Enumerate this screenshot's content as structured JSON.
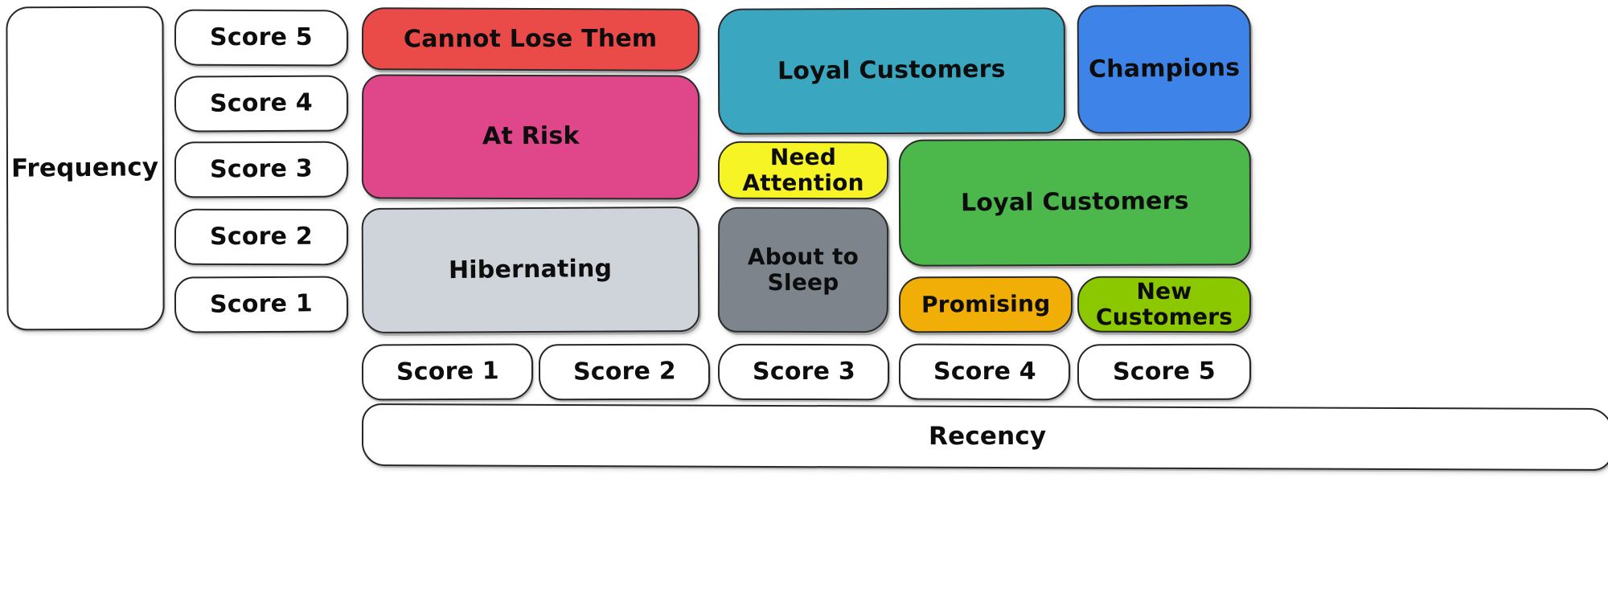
{
  "axes": {
    "frequency": {
      "label": "Frequency"
    },
    "recency": {
      "label": "Recency"
    }
  },
  "frequency_scores": [
    {
      "label": "Score 5"
    },
    {
      "label": "Score 4"
    },
    {
      "label": "Score 3"
    },
    {
      "label": "Score 2"
    },
    {
      "label": "Score 1"
    }
  ],
  "recency_scores": [
    {
      "label": "Score 1"
    },
    {
      "label": "Score 2"
    },
    {
      "label": "Score 3"
    },
    {
      "label": "Score 4"
    },
    {
      "label": "Score 5"
    }
  ],
  "segments": [
    {
      "id": "cannot-lose-them",
      "label": "Cannot Lose Them",
      "color": "#ea4b48",
      "text_color": "#0d0d0d",
      "recency_scores": [
        1,
        2
      ],
      "frequency_scores": [
        5
      ]
    },
    {
      "id": "loyal-customers-teal",
      "label": "Loyal Customers",
      "color": "#3ba6bf",
      "text_color": "#0d0d0d",
      "recency_scores": [
        3,
        4
      ],
      "frequency_scores": [
        5,
        4
      ]
    },
    {
      "id": "champions",
      "label": "Champions",
      "color": "#3d83e8",
      "text_color": "#0d0d0d",
      "recency_scores": [
        5
      ],
      "frequency_scores": [
        5
      ]
    },
    {
      "id": "at-risk",
      "label": "At Risk",
      "color": "#e0478a",
      "text_color": "#0d0d0d",
      "recency_scores": [
        1,
        2
      ],
      "frequency_scores": [
        4,
        3
      ]
    },
    {
      "id": "need-attention",
      "label": "Need Attention",
      "color": "#f7f425",
      "text_color": "#0d0d0d",
      "recency_scores": [
        3
      ],
      "frequency_scores": [
        3
      ]
    },
    {
      "id": "loyal-customers-green",
      "label": "Loyal Customers",
      "color": "#4cb84c",
      "text_color": "#0d0d0d",
      "recency_scores": [
        4,
        5
      ],
      "frequency_scores": [
        3,
        2
      ]
    },
    {
      "id": "hibernating",
      "label": "Hibernating",
      "color": "#ced4da",
      "text_color": "#0d0d0d",
      "recency_scores": [
        1,
        2
      ],
      "frequency_scores": [
        2,
        1
      ]
    },
    {
      "id": "about-to-sleep",
      "label": "About to Sleep",
      "color": "#7d848c",
      "text_color": "#0d0d0d",
      "recency_scores": [
        3
      ],
      "frequency_scores": [
        2,
        1
      ]
    },
    {
      "id": "promising",
      "label": "Promising",
      "color": "#f0ae06",
      "text_color": "#0d0d0d",
      "recency_scores": [
        4
      ],
      "frequency_scores": [
        1
      ]
    },
    {
      "id": "new-customers",
      "label": "New Customers",
      "color": "#8cc800",
      "text_color": "#0d0d0d",
      "recency_scores": [
        5
      ],
      "frequency_scores": [
        1
      ]
    }
  ]
}
